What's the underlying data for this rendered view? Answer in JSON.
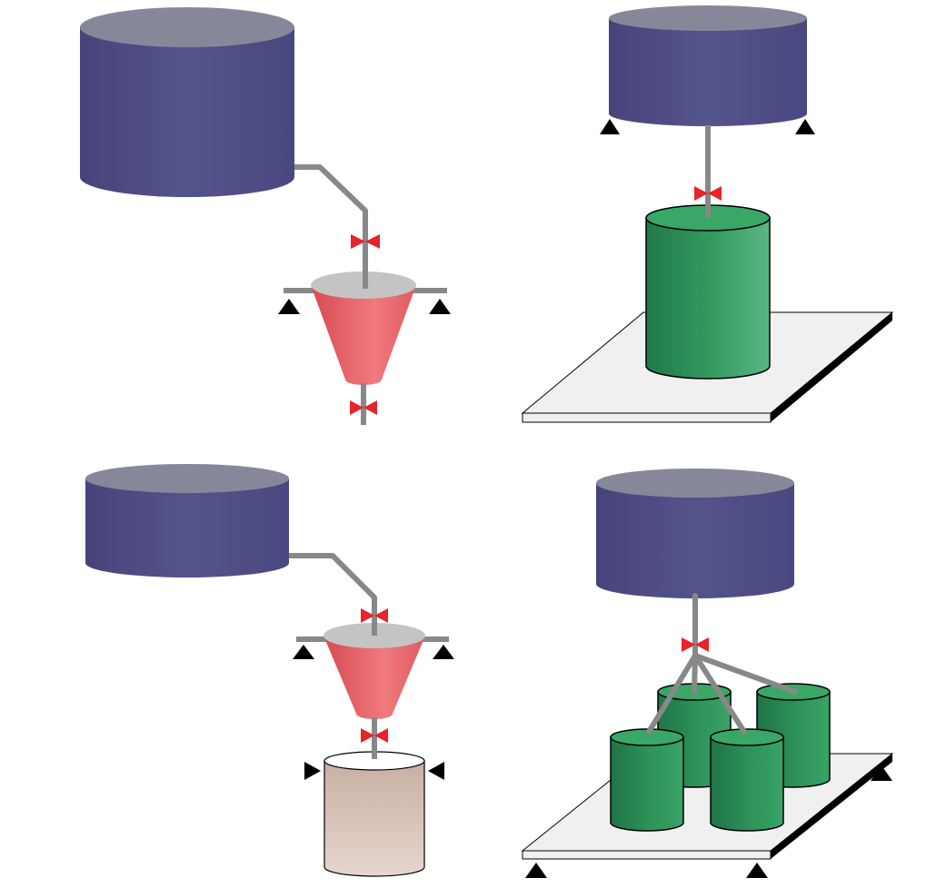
{
  "colors": {
    "tank_side": "#4f4d85",
    "tank_top": "#87879a",
    "pipe": "#888888",
    "valve": "#e8232a",
    "cone": "#e25a5f",
    "cone_top": "#c4c4c4",
    "green": "#2e8f55",
    "green_top": "#39a766",
    "pale": "#d9c3b8",
    "pale_top": "#ffffff",
    "platform": "#f0f0f0",
    "support": "#000000"
  },
  "icons": {
    "valve": "bowtie-valve-icon",
    "support": "triangle-support-icon",
    "tank": "cylinder-tank-icon",
    "hopper": "cone-hopper-icon"
  },
  "scenes": [
    {
      "id": "tank-to-hopper",
      "components": [
        "storage-tank",
        "pipe",
        "valve",
        "cone-hopper",
        "valve"
      ]
    },
    {
      "id": "tank-to-green-vessel",
      "components": [
        "storage-tank",
        "pipe",
        "valve",
        "green-vessel",
        "platform"
      ]
    },
    {
      "id": "tank-hopper-receiver",
      "components": [
        "storage-tank",
        "pipe",
        "valve",
        "cone-hopper",
        "valve",
        "receiver-vessel"
      ]
    },
    {
      "id": "tank-to-four-vessels",
      "components": [
        "storage-tank",
        "pipe",
        "valve",
        "green-vessel",
        "green-vessel",
        "green-vessel",
        "green-vessel",
        "platform"
      ]
    }
  ]
}
